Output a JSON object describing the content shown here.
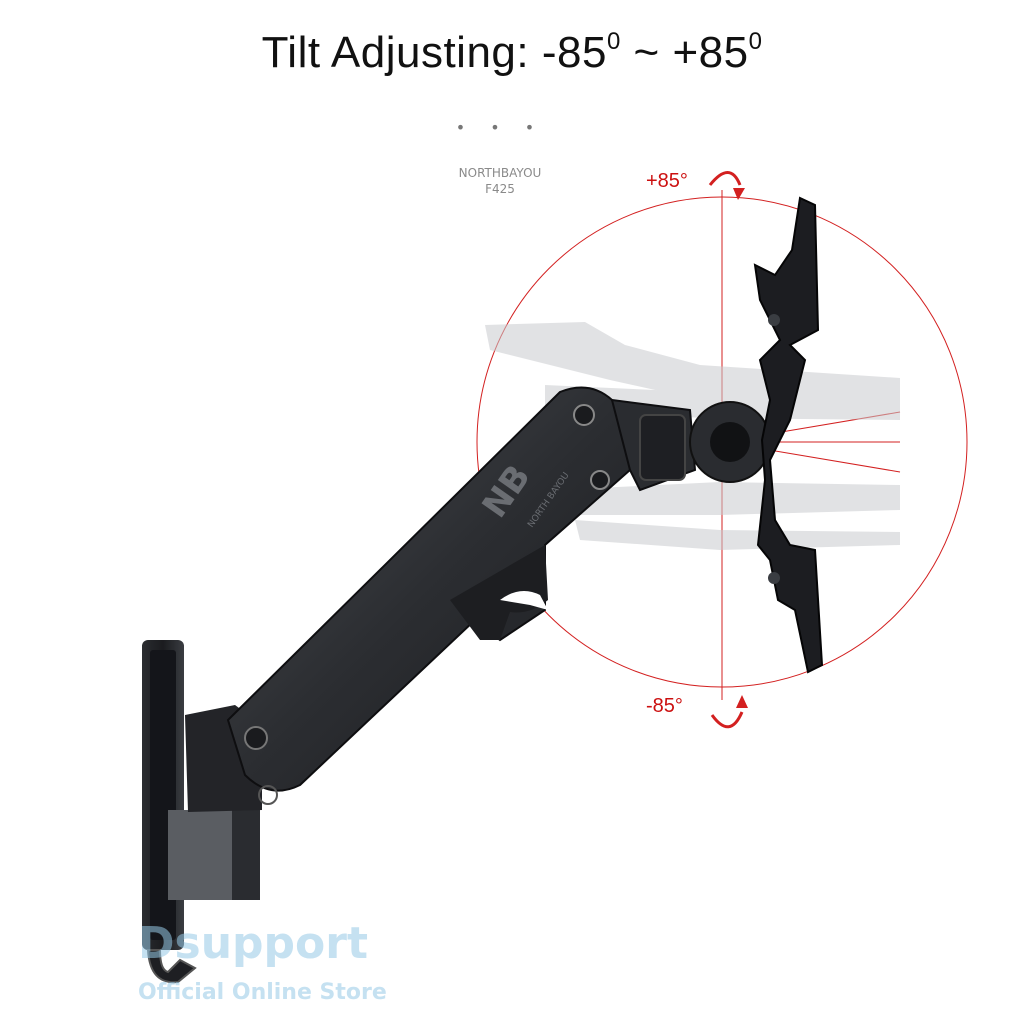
{
  "header": {
    "title_text": "Tilt Adjusting: -85",
    "title_sup1": "0",
    "title_mid": " ~ +85",
    "title_sup2": "0",
    "dots": "• • •"
  },
  "product": {
    "brand_line": "NORTHBAYOU",
    "model_line": "F425",
    "arm_logo": "NB",
    "arm_logo_text": "NORTH BAYOU"
  },
  "tilt": {
    "upper_label": "+85°",
    "lower_label": "-85°",
    "accent_color": "#cc1010"
  },
  "watermark": {
    "main": "Dsupport",
    "sub": "Official Online Store"
  },
  "icons": {
    "up_arrow": "curved-arrow-icon",
    "down_arrow": "curved-arrow-icon"
  }
}
